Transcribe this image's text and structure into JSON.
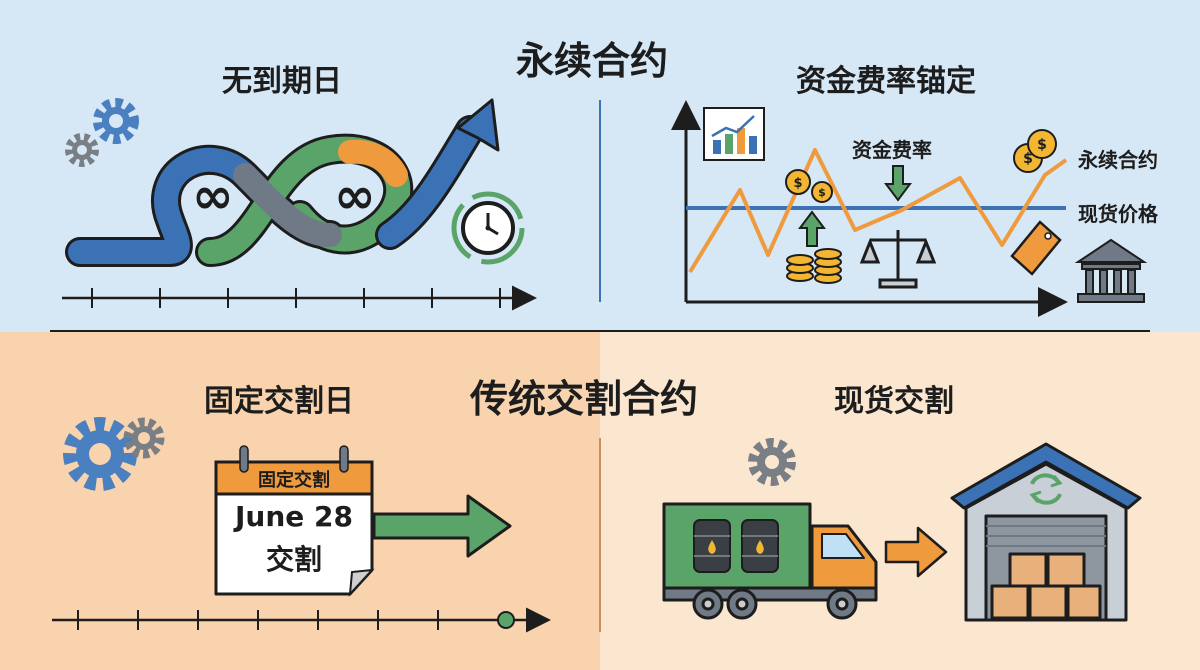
{
  "colors": {
    "top_bg": "#d6e7f6",
    "bottom_left_bg": "#f9d3ae",
    "bottom_right_bg": "#fbe6cf",
    "blue": "#3b72b6",
    "green": "#5aa46a",
    "orange": "#ee9a3d",
    "gray": "#6f7a86",
    "dark": "#1d1d1d"
  },
  "perpetual": {
    "title": "永续合约",
    "no_expiry": {
      "title": "无到期日",
      "infinity_left": "∞",
      "infinity_right": "∞"
    },
    "funding_anchor": {
      "title": "资金费率锚定",
      "funding_rate_label": "资金费率",
      "legend_perpetual": "永续合约",
      "legend_spot": "现货价格"
    }
  },
  "traditional": {
    "title": "传统交割合约",
    "fixed_date": {
      "title": "固定交割日",
      "calendar_header": "固定交割",
      "calendar_date": "June 28",
      "calendar_note": "交割"
    },
    "physical_delivery": {
      "title": "现货交割"
    }
  }
}
